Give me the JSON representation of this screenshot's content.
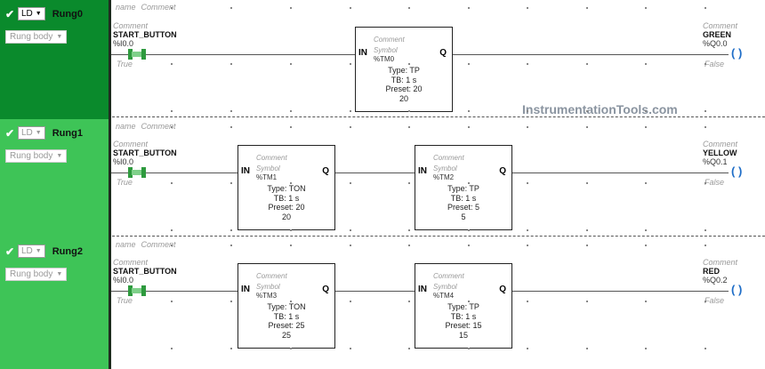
{
  "rungs": [
    {
      "name": "Rung0",
      "lang": "LD",
      "body": "Rung body",
      "side_color": "#0a8a2c",
      "header": {
        "name": "name",
        "comment": "Comment"
      },
      "contact": {
        "comment": "Comment",
        "symbol": "START_BUTTON",
        "address": "%I0.0",
        "state": "True"
      },
      "coil": {
        "comment": "Comment",
        "symbol": "GREEN",
        "address": "%Q0.0",
        "state": "False",
        "glyph": "( )"
      },
      "blocks": [
        {
          "in": "IN",
          "q": "Q",
          "comment": "Comment",
          "symbol": "Symbol",
          "addr": "%TM0",
          "type": "Type: TP",
          "tb": "TB: 1 s",
          "preset": "Preset: 20",
          "value": "20"
        }
      ]
    },
    {
      "name": "Rung1",
      "lang": "LD",
      "body": "Rung body",
      "side_color": "#3ec457",
      "header": {
        "name": "name",
        "comment": "Comment"
      },
      "contact": {
        "comment": "Comment",
        "symbol": "START_BUTTON",
        "address": "%I0.0",
        "state": "True"
      },
      "coil": {
        "comment": "Comment",
        "symbol": "YELLOW",
        "address": "%Q0.1",
        "state": "False",
        "glyph": "( )"
      },
      "blocks": [
        {
          "in": "IN",
          "q": "Q",
          "comment": "Comment",
          "symbol": "Symbol",
          "addr": "%TM1",
          "type": "Type: TON",
          "tb": "TB: 1 s",
          "preset": "Preset: 20",
          "value": "20"
        },
        {
          "in": "IN",
          "q": "Q",
          "comment": "Comment",
          "symbol": "Symbol",
          "addr": "%TM2",
          "type": "Type: TP",
          "tb": "TB: 1 s",
          "preset": "Preset: 5",
          "value": "5"
        }
      ]
    },
    {
      "name": "Rung2",
      "lang": "LD",
      "body": "Rung body",
      "side_color": "#3ec457",
      "header": {
        "name": "name",
        "comment": "Comment"
      },
      "contact": {
        "comment": "Comment",
        "symbol": "START_BUTTON",
        "address": "%I0.0",
        "state": "True"
      },
      "coil": {
        "comment": "Comment",
        "symbol": "RED",
        "address": "%Q0.2",
        "state": "False",
        "glyph": "( )"
      },
      "blocks": [
        {
          "in": "IN",
          "q": "Q",
          "comment": "Comment",
          "symbol": "Symbol",
          "addr": "%TM3",
          "type": "Type: TON",
          "tb": "TB: 1 s",
          "preset": "Preset: 25",
          "value": "25"
        },
        {
          "in": "IN",
          "q": "Q",
          "comment": "Comment",
          "symbol": "Symbol",
          "addr": "%TM4",
          "type": "Type: TP",
          "tb": "TB: 1 s",
          "preset": "Preset: 15",
          "value": "15"
        }
      ]
    }
  ],
  "watermark": "InstrumentationTools.com",
  "icons": {
    "check": "checkmark-icon",
    "caret": "chevron-down-icon"
  }
}
